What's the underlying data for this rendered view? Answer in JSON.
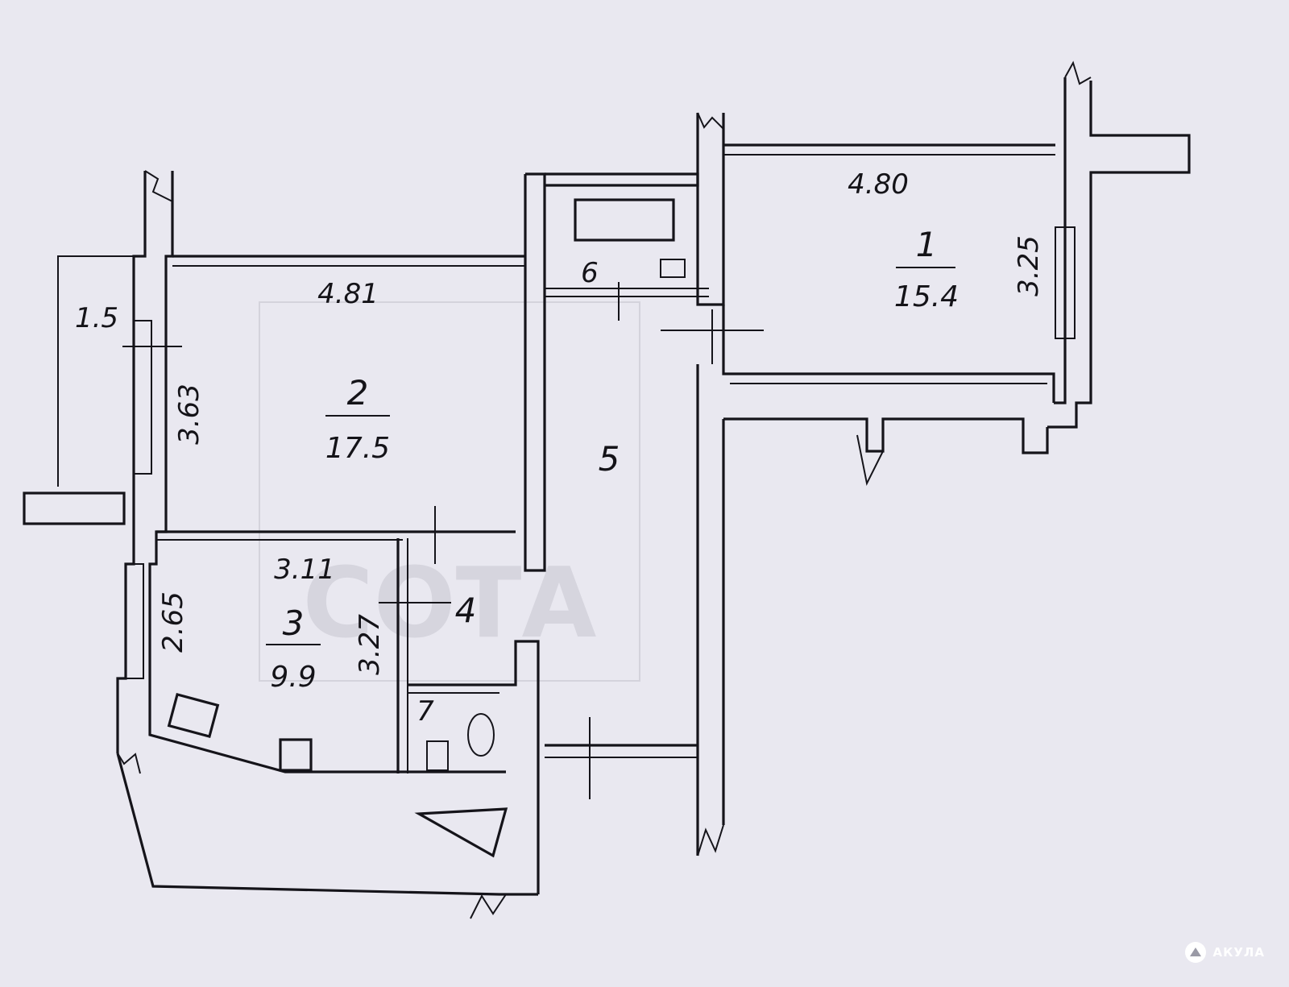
{
  "plan": {
    "rooms": [
      {
        "number": "1",
        "area": "15.4"
      },
      {
        "number": "2",
        "area": "17.5"
      },
      {
        "number": "3",
        "area": "9.9"
      },
      {
        "number": "4",
        "area": ""
      },
      {
        "number": "5",
        "area": ""
      },
      {
        "number": "6",
        "area": ""
      },
      {
        "number": "7",
        "area": ""
      }
    ],
    "dimensions": {
      "room1_width": "4.80",
      "room1_depth": "3.25",
      "room2_width": "4.81",
      "room2_depth": "3.63",
      "room3_width": "3.11",
      "room3_depth": "2.65",
      "corridor_depth": "3.27",
      "balcony_depth": "1.5"
    }
  },
  "watermark": {
    "text": "СОТА"
  },
  "brand": {
    "name": "АКУЛА"
  },
  "colors": {
    "paper": "#e9e8f0",
    "ink": "#15141a"
  }
}
